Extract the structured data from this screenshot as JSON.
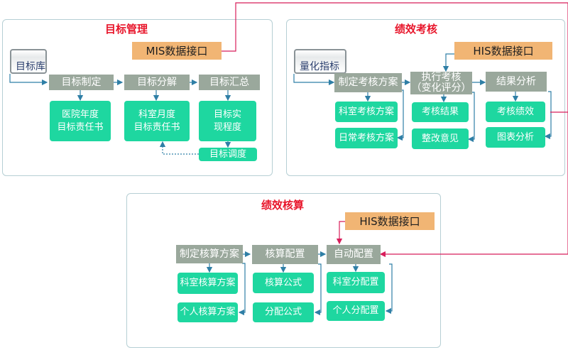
{
  "target": {
    "title": "目标管理",
    "source": "目标库",
    "interface": "MIS数据接口",
    "steps": [
      "目标制定",
      "目标分解",
      "目标汇总"
    ],
    "outputs": [
      "医院年度\n目标责任书",
      "科室月度\n目标责任书",
      "目标实\n现程度"
    ],
    "adjust": "目标调度"
  },
  "performance": {
    "title": "绩效考核",
    "source": "量化指标",
    "interface": "HIS数据接口",
    "step1": "制定考核方案",
    "step2_line1": "执行考核",
    "step2_line2": "（变化评分）",
    "step3": "结果分析",
    "plans": [
      "科室考核方案",
      "日常考核方案"
    ],
    "results": [
      "考核结果",
      "整改意见"
    ],
    "analysis": [
      "考核绩效",
      "图表分析"
    ]
  },
  "accounting": {
    "title": "绩效核算",
    "interface": "HIS数据接口",
    "steps": [
      "制定核算方案",
      "核算配置",
      "自动配置"
    ],
    "plans": [
      "科室核算方案",
      "个人核算方案"
    ],
    "configs": [
      "核算公式",
      "分配公式"
    ],
    "allocations": [
      "科室分配置",
      "个人分配置"
    ]
  },
  "colors": {
    "title_red": "#e8152a",
    "step_gray": "#9aa89c",
    "output_green": "#1ed7a0",
    "interface_orange": "#f1b574",
    "arrow_blue": "#2f7fa6",
    "link_pink": "#d81e5b"
  }
}
